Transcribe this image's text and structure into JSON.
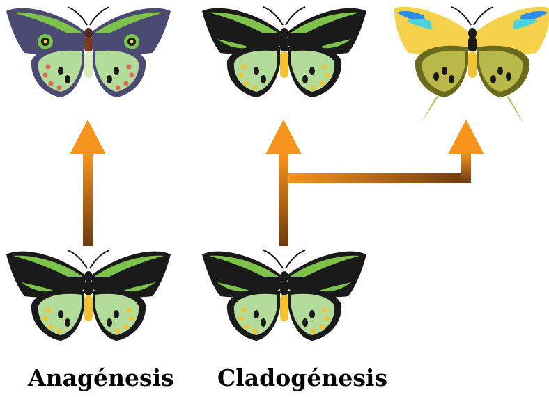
{
  "captions": {
    "anagenesis": "Anagénesis",
    "cladogenesis": "Cladogénesis"
  },
  "colors": {
    "arrow_light": "#f7941d",
    "arrow_dark": "#6b3a12",
    "wing_black": "#1a1a1a",
    "wing_green_band": "#7cc24b",
    "hindwing_green": "#b3dc9a",
    "body_yellow": "#f2c230",
    "ancestral_purple_wing": "#4b4a72",
    "ancestral_red_spots": "#e06a5a",
    "derived_yellow_wing": "#f6d24c",
    "derived_blue_band": "#2b8ee8",
    "derived_olive_hindwing": "#b8b94a"
  },
  "icons": [
    "butterfly-ancestral-anagenesis",
    "butterfly-evolved-anagenesis",
    "butterfly-ancestral-cladogenesis",
    "butterfly-unchanged-lineage",
    "butterfly-new-species",
    "arrow-up-icon",
    "branching-arrow-icon"
  ]
}
